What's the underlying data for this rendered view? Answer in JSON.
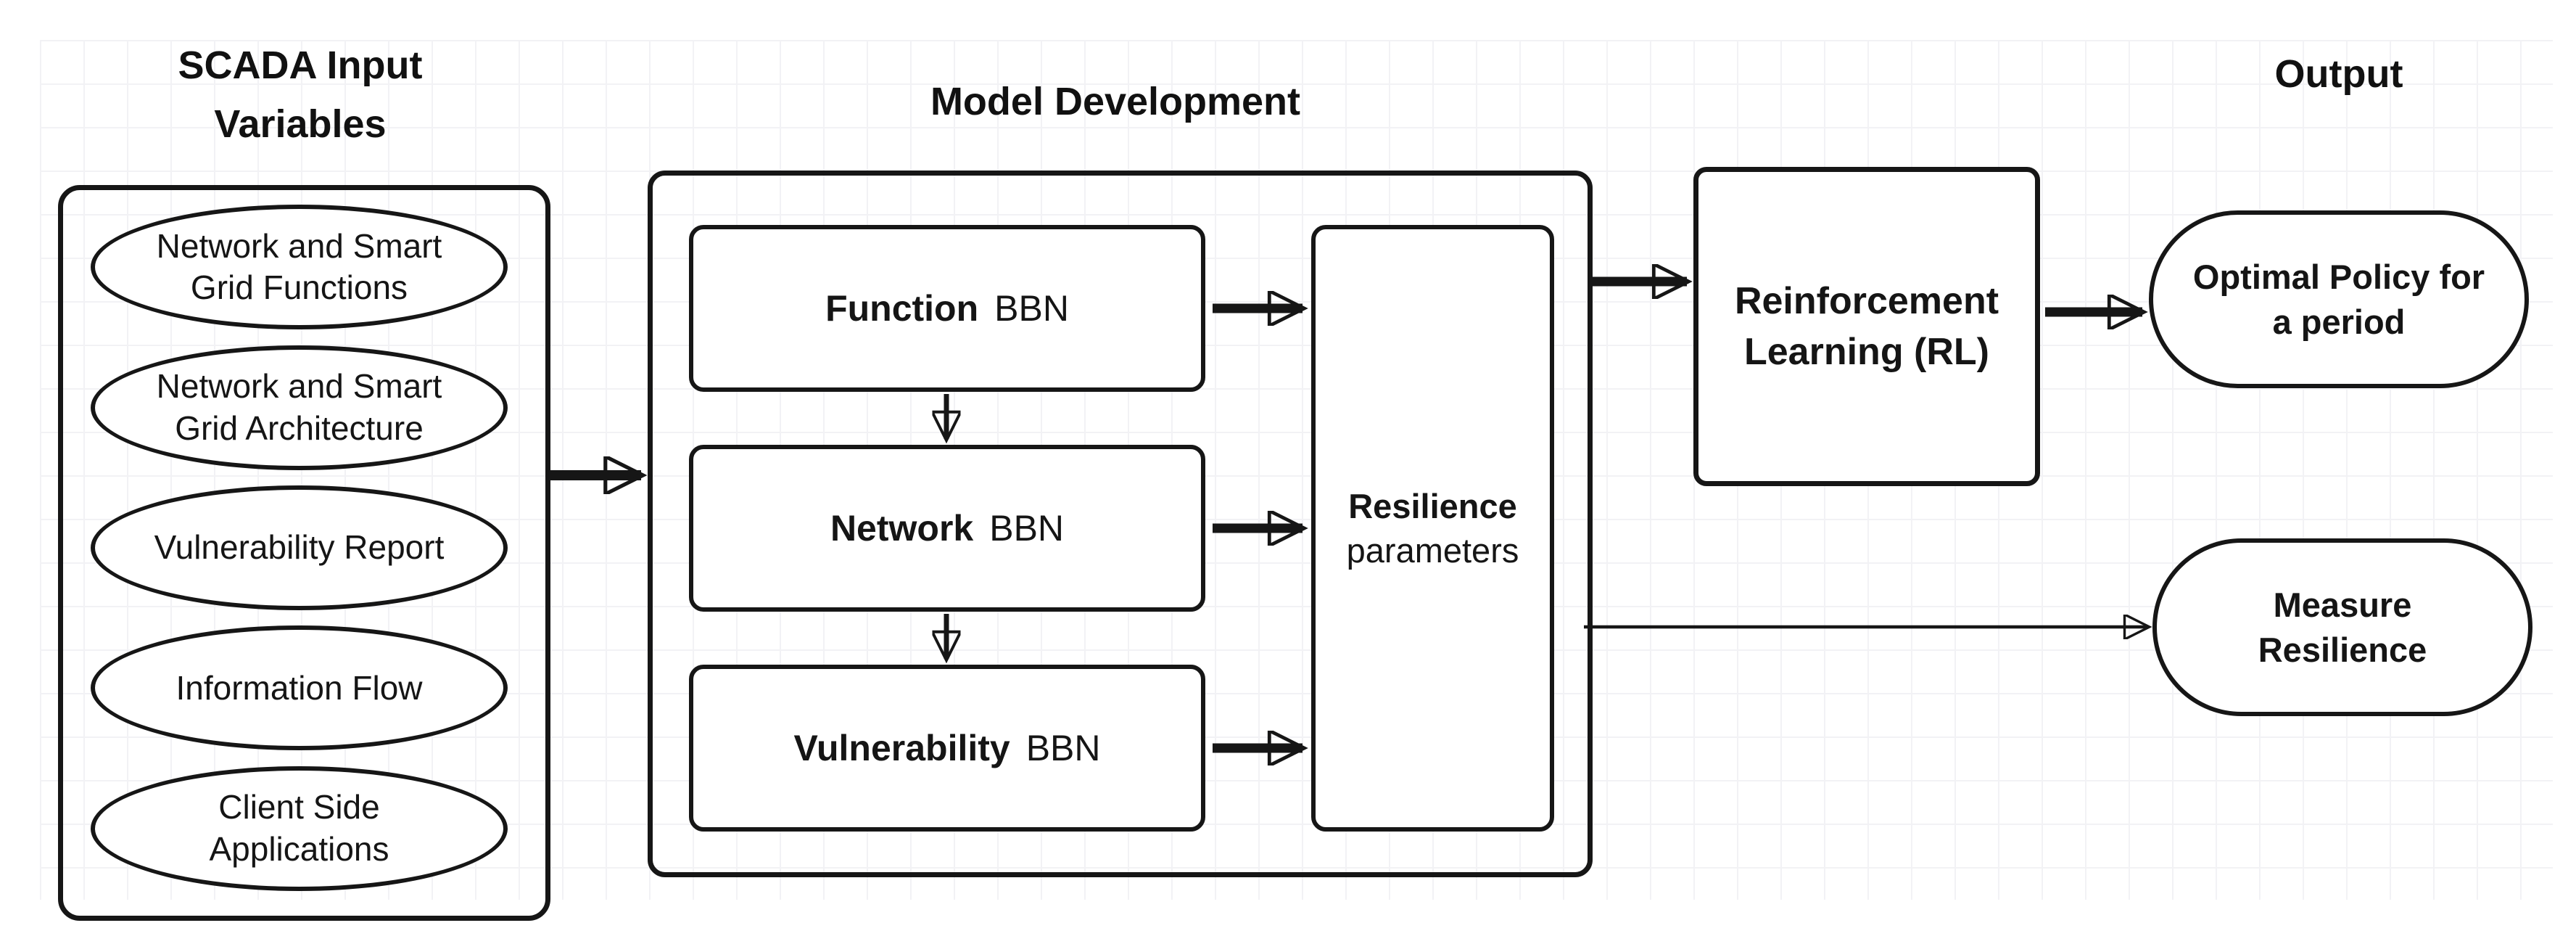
{
  "diagram": {
    "colors": {
      "stroke": "#161616",
      "background": "#ffffff",
      "grid": "#f2f2f5"
    },
    "input": {
      "title": "SCADA Input\nVariables",
      "items": [
        {
          "label": "Network and Smart\nGrid Functions"
        },
        {
          "label": "Network and Smart\nGrid Architecture"
        },
        {
          "label": "Vulnerability Report"
        },
        {
          "label": "Information Flow"
        },
        {
          "label": "Client Side\nApplications"
        }
      ]
    },
    "model": {
      "title": "Model Development",
      "bbn_nodes": [
        {
          "name": "Function",
          "type": "BBN"
        },
        {
          "name": "Network",
          "type": "BBN"
        },
        {
          "name": "Vulnerability",
          "type": "BBN"
        }
      ],
      "resilience": {
        "name": "Resilience",
        "subtitle": "parameters"
      }
    },
    "rl": {
      "label": "Reinforcement\nLearning (RL)"
    },
    "output": {
      "title": "Output",
      "optimal_policy": "Optimal Policy for\na period",
      "measure_resilience": "Measure\nResilience"
    }
  }
}
